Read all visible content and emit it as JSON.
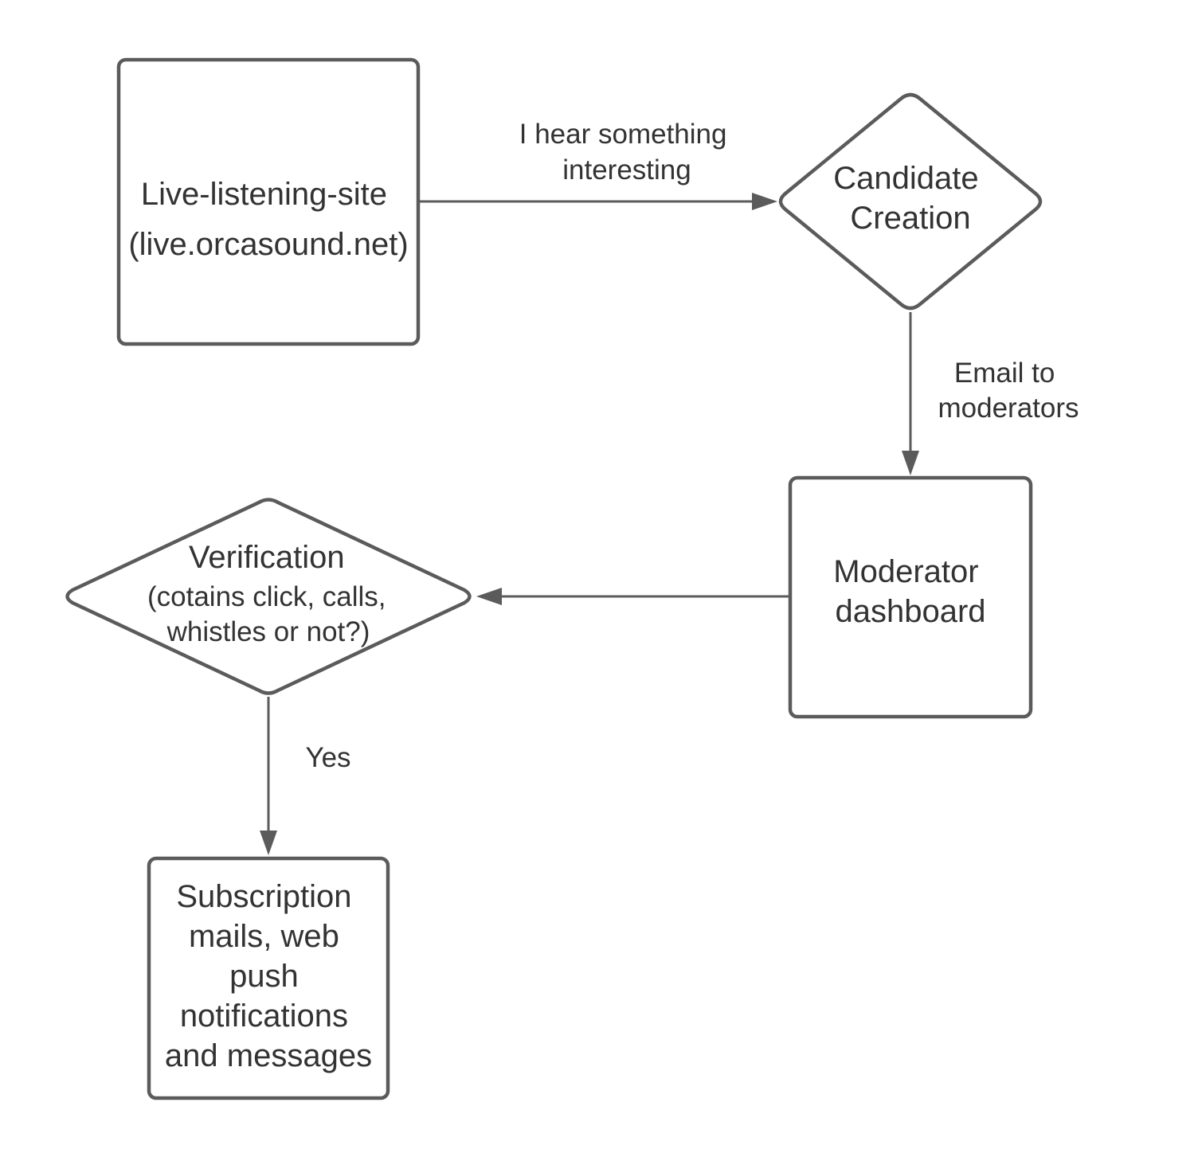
{
  "diagram": {
    "nodes": {
      "live_site": {
        "shape": "rectangle",
        "lines": [
          "Live-listening-site",
          "(live.orcasound.net)"
        ]
      },
      "candidate": {
        "shape": "diamond",
        "lines": [
          "Candidate",
          "Creation"
        ]
      },
      "moderator": {
        "shape": "rectangle",
        "lines": [
          "Moderator",
          "dashboard"
        ]
      },
      "verification": {
        "shape": "diamond",
        "lines": [
          "Verification",
          "(cotains click, calls,",
          "whistles or not?)"
        ]
      },
      "subscription": {
        "shape": "rectangle",
        "lines": [
          "Subscription",
          "mails, web",
          "push",
          "notifications",
          "and messages"
        ]
      }
    },
    "edges": {
      "live_to_candidate": {
        "from": "live_site",
        "to": "candidate",
        "lines": [
          "I hear something",
          "interesting"
        ]
      },
      "candidate_to_moderator": {
        "from": "candidate",
        "to": "moderator",
        "lines": [
          "Email to",
          "moderators"
        ]
      },
      "moderator_to_verification": {
        "from": "moderator",
        "to": "verification",
        "lines": []
      },
      "verification_to_subscription": {
        "from": "verification",
        "to": "subscription",
        "lines": [
          "Yes"
        ]
      }
    },
    "colors": {
      "stroke": "#5b5b5b",
      "text": "#333333",
      "background": "#ffffff"
    }
  }
}
